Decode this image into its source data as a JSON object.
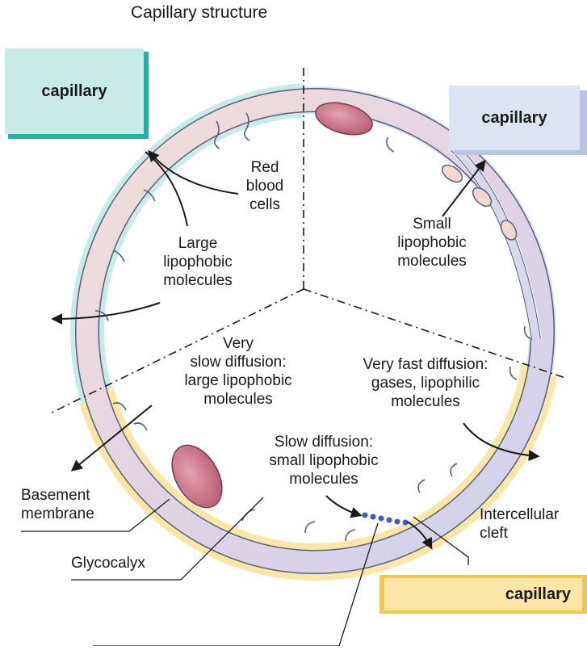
{
  "title": "Capillary structure",
  "capillary_boxes": {
    "top_left": {
      "label": "capillary",
      "color": "#c9ebe6",
      "shadow": "#1fb3a4"
    },
    "top_right": {
      "label": "capillary",
      "color": "#dde3f3",
      "shadow": "#b9c4e5"
    },
    "bottom_right": {
      "label": "capillary",
      "color": "#fbe6a6",
      "shadow": "#f2c84b"
    }
  },
  "labels": {
    "red_blood_cells": [
      "Red",
      "blood",
      "cells"
    ],
    "large_lipophobic": [
      "Large",
      "lipophobic",
      "molecules"
    ],
    "small_lipophobic": [
      "Small",
      "lipophobic",
      "molecules"
    ],
    "very_slow": [
      "Very",
      "slow diffusion:",
      "large lipophobic",
      "molecules"
    ],
    "very_fast": [
      "Very fast diffusion:",
      "gases, lipophilic",
      "molecules"
    ],
    "slow_diffusion": [
      "Slow diffusion:",
      "small lipophobic",
      "molecules"
    ],
    "basement_membrane": [
      "Basement",
      "membrane"
    ],
    "glycocalyx": "Glycocalyx",
    "intercellular_cleft": [
      "Intercellular",
      "cleft"
    ]
  },
  "colors": {
    "cell_fill": "#e6d6e6",
    "nucleus": "#c0687f",
    "teal_region": "#c9ebe6",
    "blue_region": "#dde3f3",
    "yellow_region": "#fbe6a6",
    "dots": "#3a5cc8"
  }
}
